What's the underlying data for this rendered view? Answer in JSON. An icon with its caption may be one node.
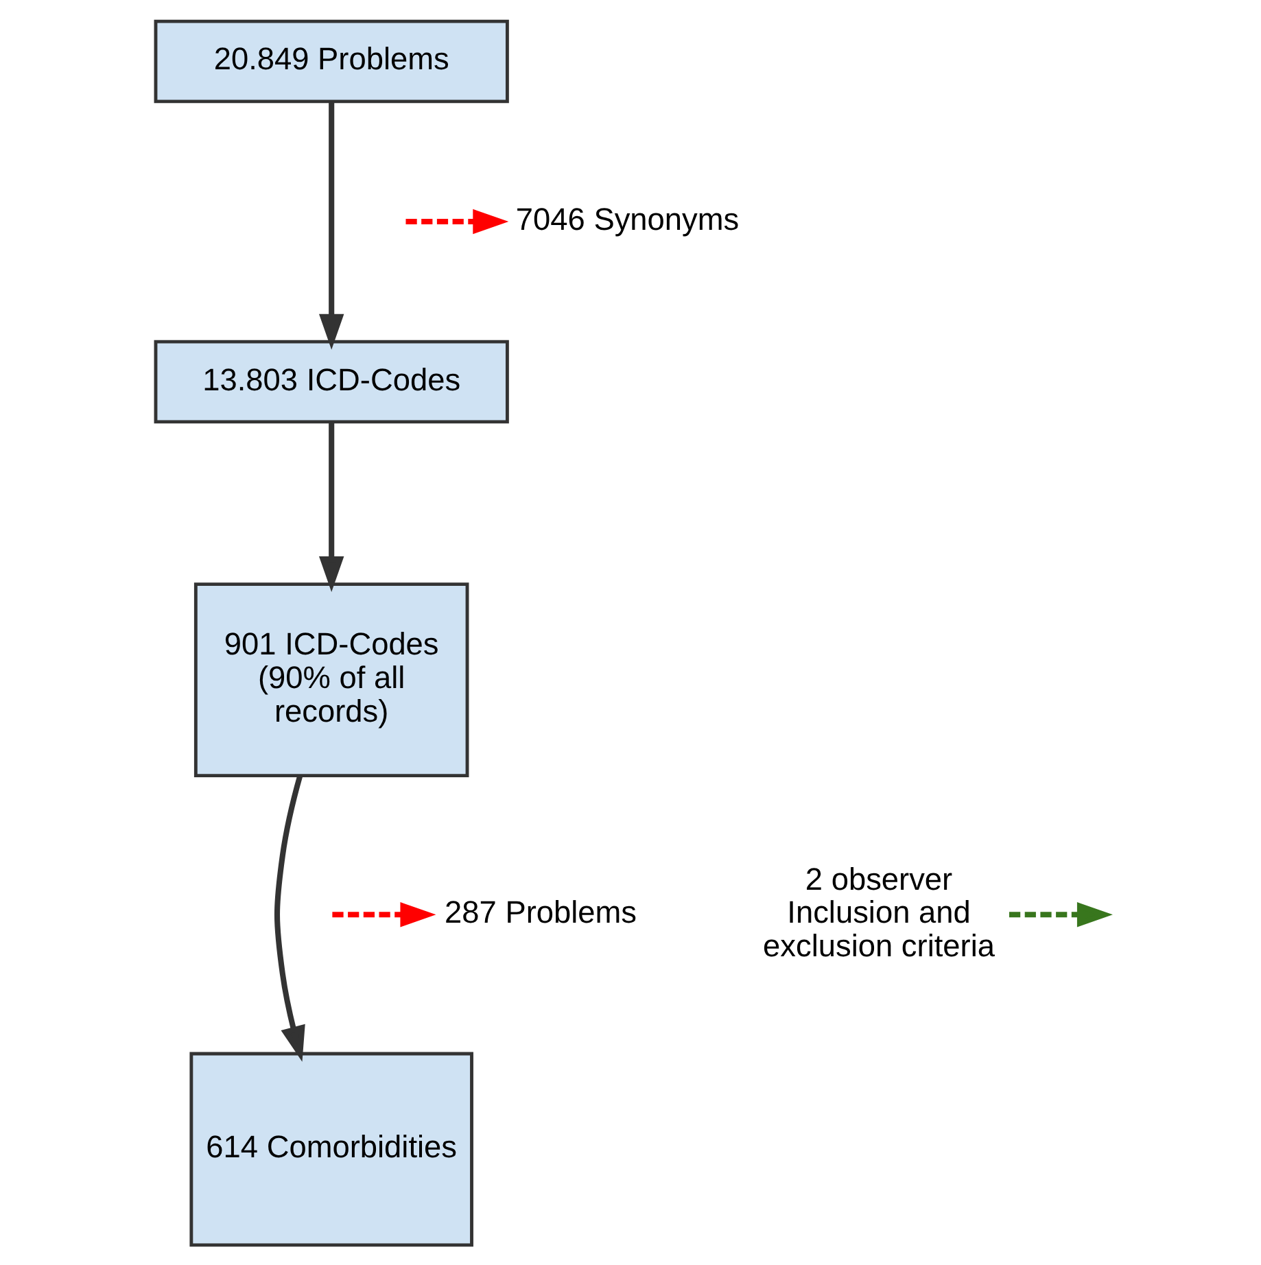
{
  "diagram": {
    "nodes": [
      {
        "text": [
          "20.849 Problems"
        ]
      },
      {
        "text": [
          "13.803 ICD-Codes"
        ]
      },
      {
        "text": [
          "901 ICD-Codes (90% of all records)"
        ]
      },
      {
        "text": [
          "614 Comorbidities"
        ]
      },
      {
        "text": [
          "7046 Synonyms"
        ]
      },
      {
        "text": [
          "2 observer Inclusion and exclusion criteria"
        ]
      },
      {
        "text": [
          "287 Problems"
        ]
      }
    ],
    "edges": [
      {
        "from": 0,
        "to": 1,
        "arrow": "to"
      },
      {
        "from": null,
        "to": 4,
        "arrow": "to",
        "style": "dashed",
        "color": "#ff0000"
      },
      {
        "from": 1,
        "to": 2,
        "arrow": "to"
      },
      {
        "from": 2,
        "to": 3,
        "arrow": "to"
      },
      {
        "from": 5,
        "to": null,
        "arrow": "to",
        "style": "dashed",
        "color": "#38761d"
      },
      {
        "from": null,
        "to": 6,
        "arrow": "to",
        "style": "dashed",
        "color": "#ff0000"
      }
    ]
  }
}
